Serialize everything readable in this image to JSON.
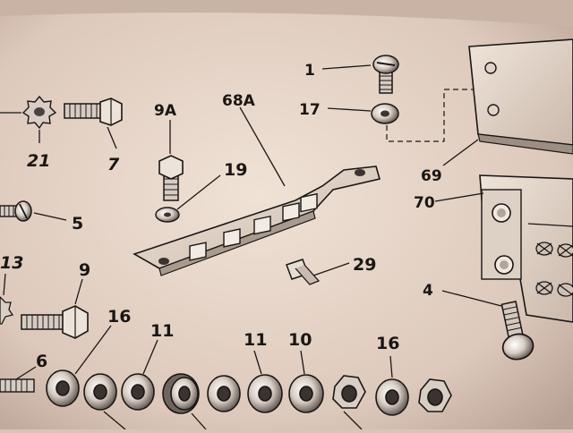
{
  "colors": {
    "paper": "#e8d8cc",
    "paper_shadow": "#b9a296",
    "ink": "#1a1614",
    "metal": "#9a9088"
  },
  "callouts": {
    "c1": "1",
    "c17": "17",
    "c9a": "9A",
    "c68a": "68A",
    "c21": "21",
    "c7": "7",
    "c19": "19",
    "c69": "69",
    "c70": "70",
    "c5": "5",
    "c29": "29",
    "c4": "4",
    "c13": "13",
    "c9": "9",
    "c16a": "16",
    "c11a": "11",
    "c11b": "11",
    "c10": "10",
    "c16b": "16",
    "c6": "6"
  }
}
